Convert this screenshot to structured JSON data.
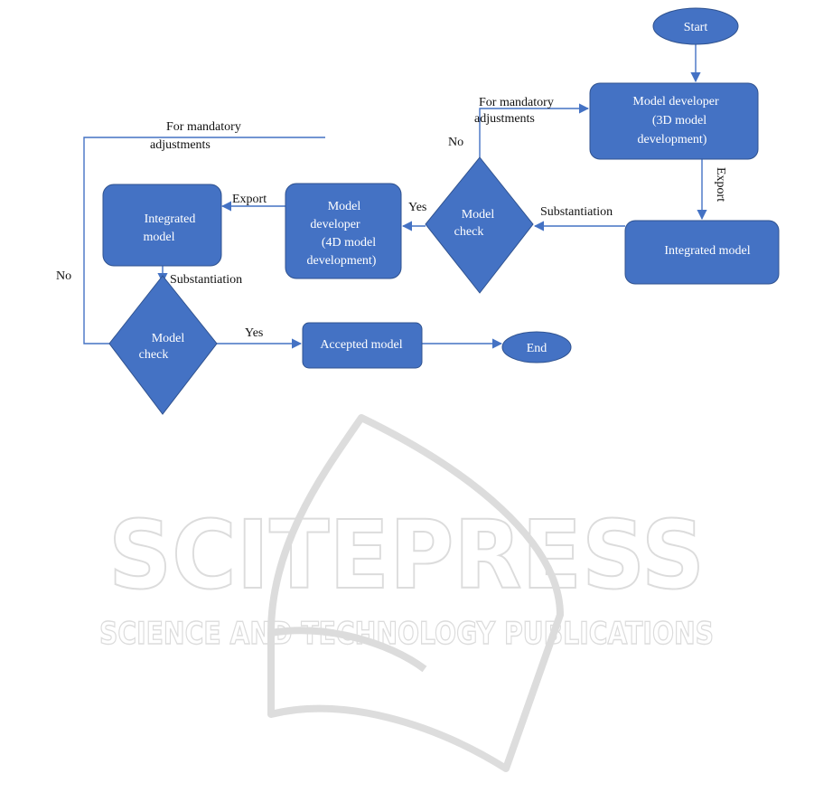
{
  "nodes": {
    "start": "Start",
    "model_dev_3d": [
      "Model developer",
      "(3D model",
      "development)"
    ],
    "integrated_model_right": "Integrated model",
    "model_check_1": [
      "Model",
      "check"
    ],
    "model_dev_4d": [
      "Model",
      "developer",
      "(4D model",
      "development)"
    ],
    "integrated_model_left": [
      "Integrated",
      "model"
    ],
    "model_check_2": [
      "Model",
      "check"
    ],
    "accepted_model": "Accepted model",
    "end": "End"
  },
  "edge_labels": {
    "export_right": "Export",
    "substantiation_right": "Substantiation",
    "for_mandatory_right": [
      "For mandatory",
      "adjustments"
    ],
    "no_right": "No",
    "yes_right": "Yes",
    "export_left": "Export",
    "substantiation_left": "Substantiation",
    "for_mandatory_left": [
      "For mandatory",
      "adjustments"
    ],
    "no_left": "No",
    "yes_bottom": "Yes"
  },
  "watermark": {
    "brand": "SCITEPRESS",
    "tagline": "SCIENCE AND TECHNOLOGY PUBLICATIONS"
  },
  "colors": {
    "node_fill": "#4472c4",
    "node_stroke": "#2f528f",
    "edge": "#4472c4",
    "watermark": "#d9d9d9"
  }
}
